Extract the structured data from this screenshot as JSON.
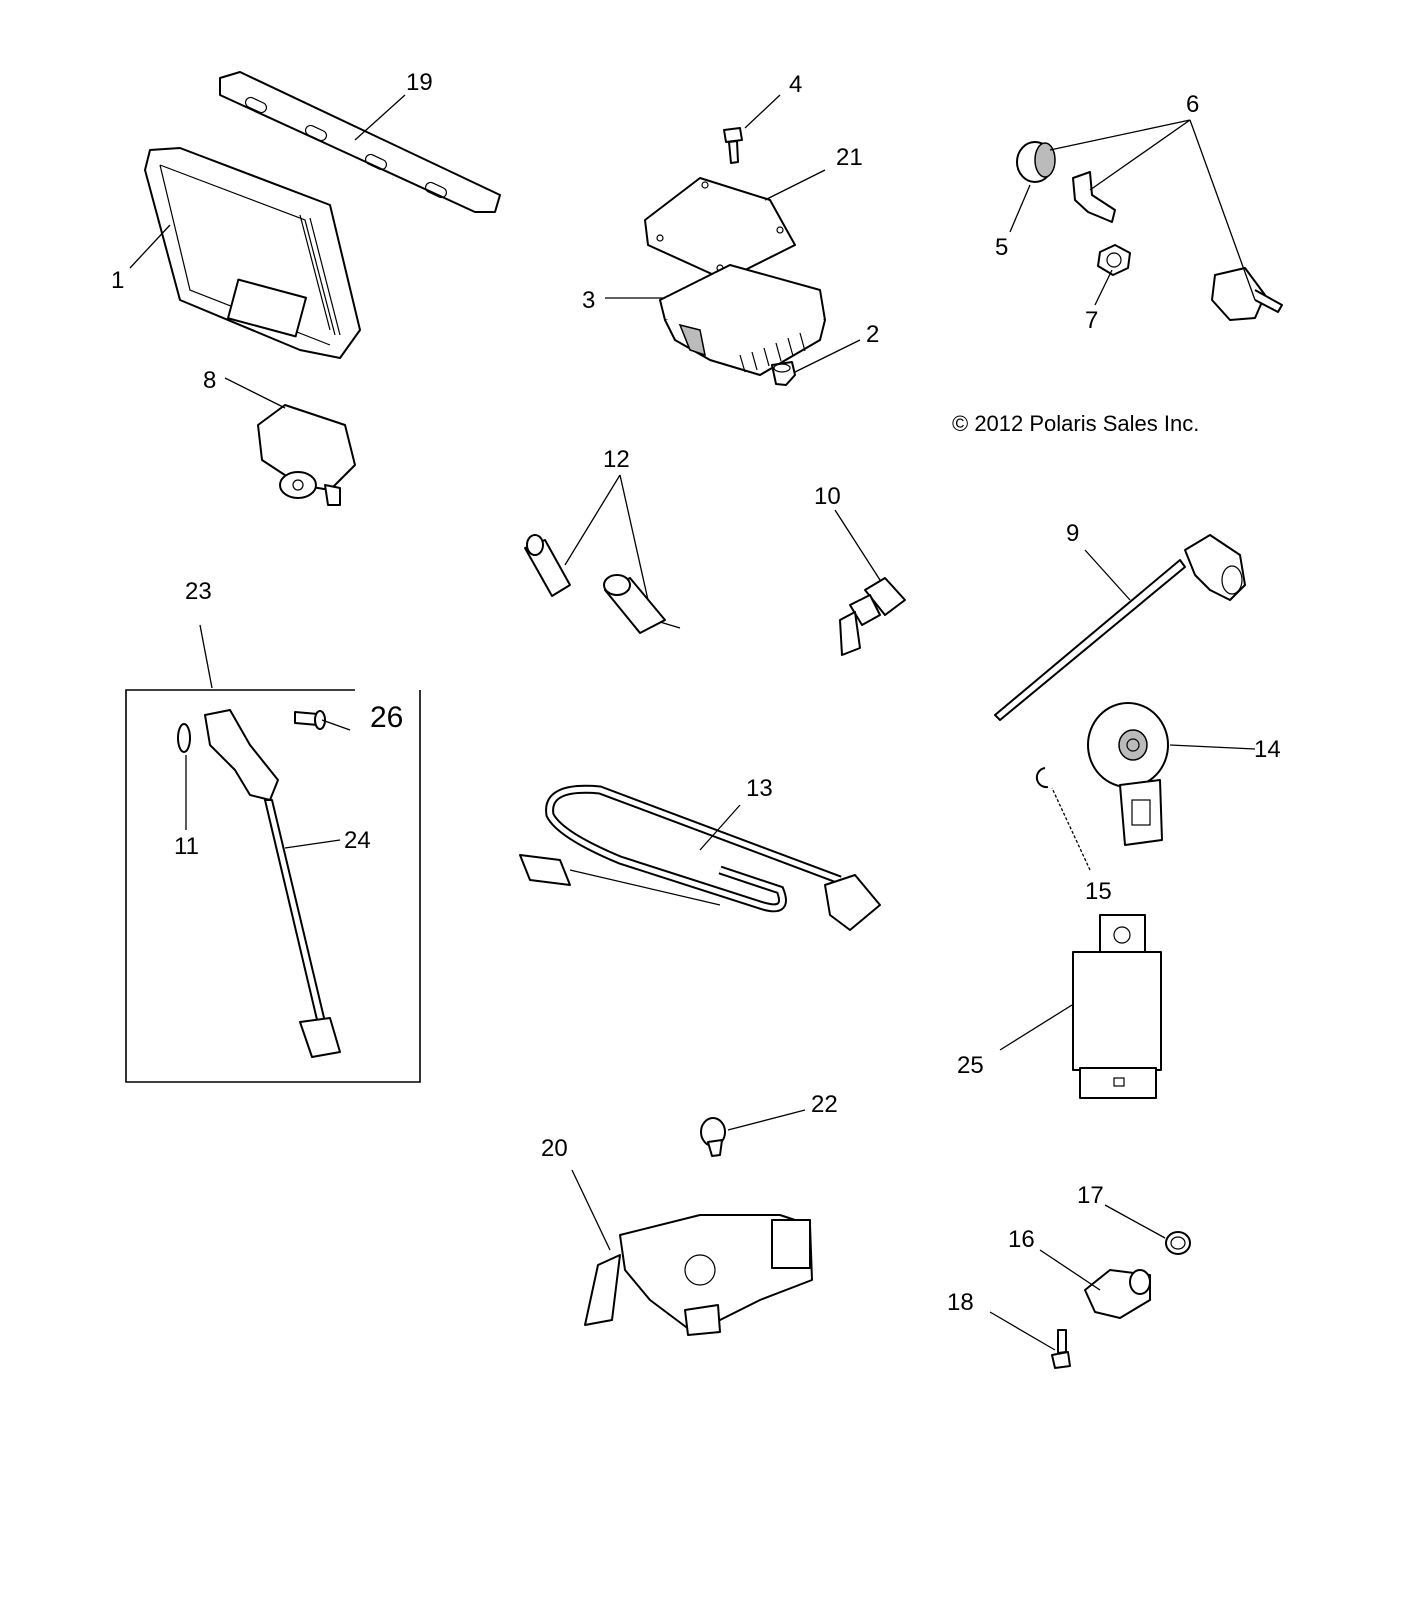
{
  "copyright": "© 2012 Polaris Sales Inc.",
  "callouts": {
    "c1": "1",
    "c2": "2",
    "c3": "3",
    "c4": "4",
    "c5": "5",
    "c6": "6",
    "c7": "7",
    "c8": "8",
    "c9": "9",
    "c10": "10",
    "c11": "11",
    "c12": "12",
    "c13": "13",
    "c14": "14",
    "c15": "15",
    "c16": "16",
    "c17": "17",
    "c18": "18",
    "c19": "19",
    "c20": "20",
    "c21": "21",
    "c22": "22",
    "c23": "23",
    "c24": "24",
    "c25": "25",
    "c26": "26"
  }
}
